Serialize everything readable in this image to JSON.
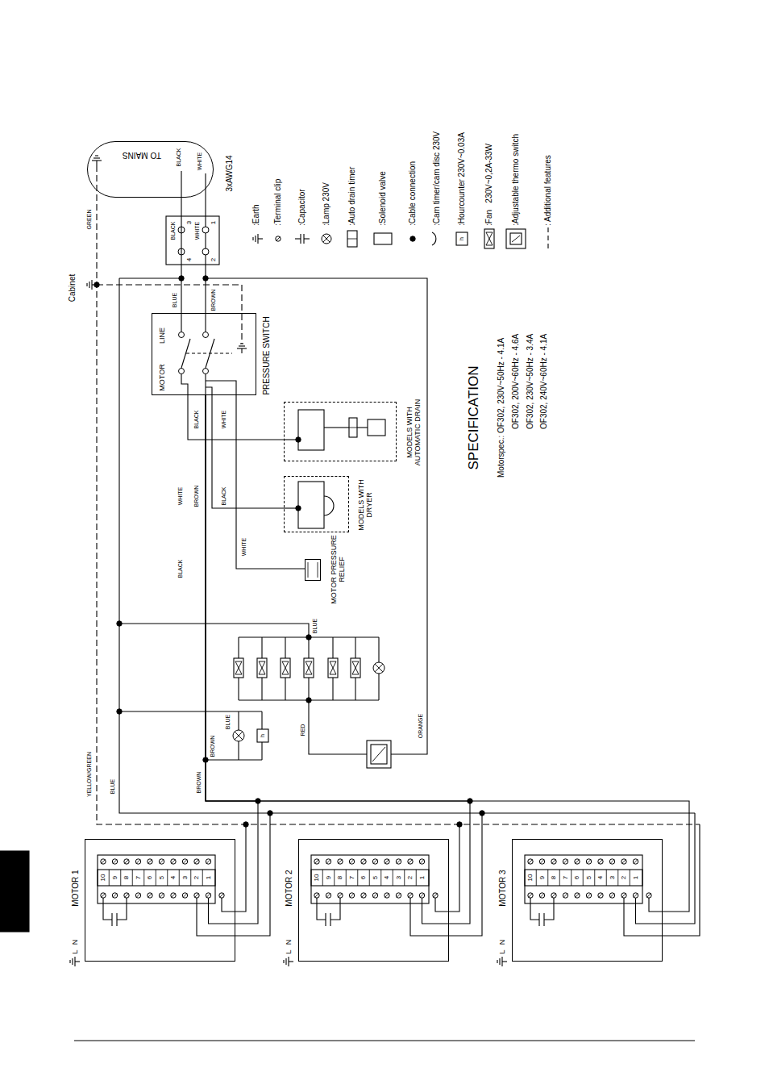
{
  "diagram": {
    "nodes": [
      {
        "text": [
          "TO MAINS"
        ]
      },
      {
        "text": [
          "PRESSURE SWITCH",
          "MOTOR",
          "LINE"
        ]
      },
      {
        "text": [
          "MODELS WITH AUTOMATIC DRAIN"
        ]
      },
      {
        "text": [
          "MODELS WITH DRYER"
        ]
      },
      {
        "text": [
          "MOTOR PRESSURE RELIEF"
        ]
      },
      {
        "text": [
          "MOTOR 1"
        ]
      },
      {
        "text": [
          "MOTOR 2"
        ]
      },
      {
        "text": [
          "MOTOR 3"
        ]
      }
    ],
    "edges": [
      {
        "from": 0,
        "to": 1,
        "arrow": "none"
      },
      {
        "from": 1,
        "to": 2,
        "arrow": "none"
      },
      {
        "from": 1,
        "to": 3,
        "arrow": "none"
      },
      {
        "from": 1,
        "to": 4,
        "arrow": "none"
      },
      {
        "from": 1,
        "to": 5,
        "arrow": "none"
      },
      {
        "from": 1,
        "to": 6,
        "arrow": "none"
      },
      {
        "from": 1,
        "to": 7,
        "arrow": "none"
      }
    ],
    "labels": [
      "Cabinet",
      "GREEN",
      "BLACK",
      "WHITE",
      "3xAWG14",
      "BLACK",
      "3",
      "WHITE",
      "1",
      "4",
      "2",
      "BLUE",
      "BROWN",
      "BLACK",
      "WHITE",
      "WHITE",
      "BROWN",
      "BLACK",
      "BLACK",
      "WHITE",
      "BLUE",
      "BLUE",
      "h",
      "BROWN",
      "RED",
      "ORANGE",
      "YELLOW/GREEN",
      "BLUE",
      "BROWN",
      "h",
      "SPECIFICATION",
      "Motorspec.: OF302, 230V~50Hz - 4.1A",
      "OF302, 200V~60Hz - 4.6A",
      "OF302, 230V~50Hz - 3.4A",
      "OF302, 240V~60Hz - 4.1A",
      "10",
      "9",
      "8",
      "7",
      "6",
      "5",
      "4",
      "3",
      "2",
      "1",
      "N",
      "L",
      "10",
      "9",
      "8",
      "7",
      "6",
      "5",
      "4",
      "3",
      "2",
      "1",
      "N",
      "L",
      "10",
      "9",
      "8",
      "7",
      "6",
      "5",
      "4",
      "3",
      "2",
      "1",
      "N",
      "L"
    ],
    "legend": [
      {
        "text": ":Earth"
      },
      {
        "text": ":Terminal clip"
      },
      {
        "text": ":Capacitor"
      },
      {
        "text": ":Lamp 230V"
      },
      {
        "text": ":Auto drain timer"
      },
      {
        "text": ":Solenoid valve"
      },
      {
        "text": ":Cable connection"
      },
      {
        "text": ":Cam timer/cam disc 230V"
      },
      {
        "text": ":Hourcounter 230V~0.03A"
      },
      {
        "text": ":Fan   230V~0,2A-33W"
      },
      {
        "text": ":Adjustable thermo switch"
      },
      {
        "text": ": Additional features"
      }
    ]
  }
}
